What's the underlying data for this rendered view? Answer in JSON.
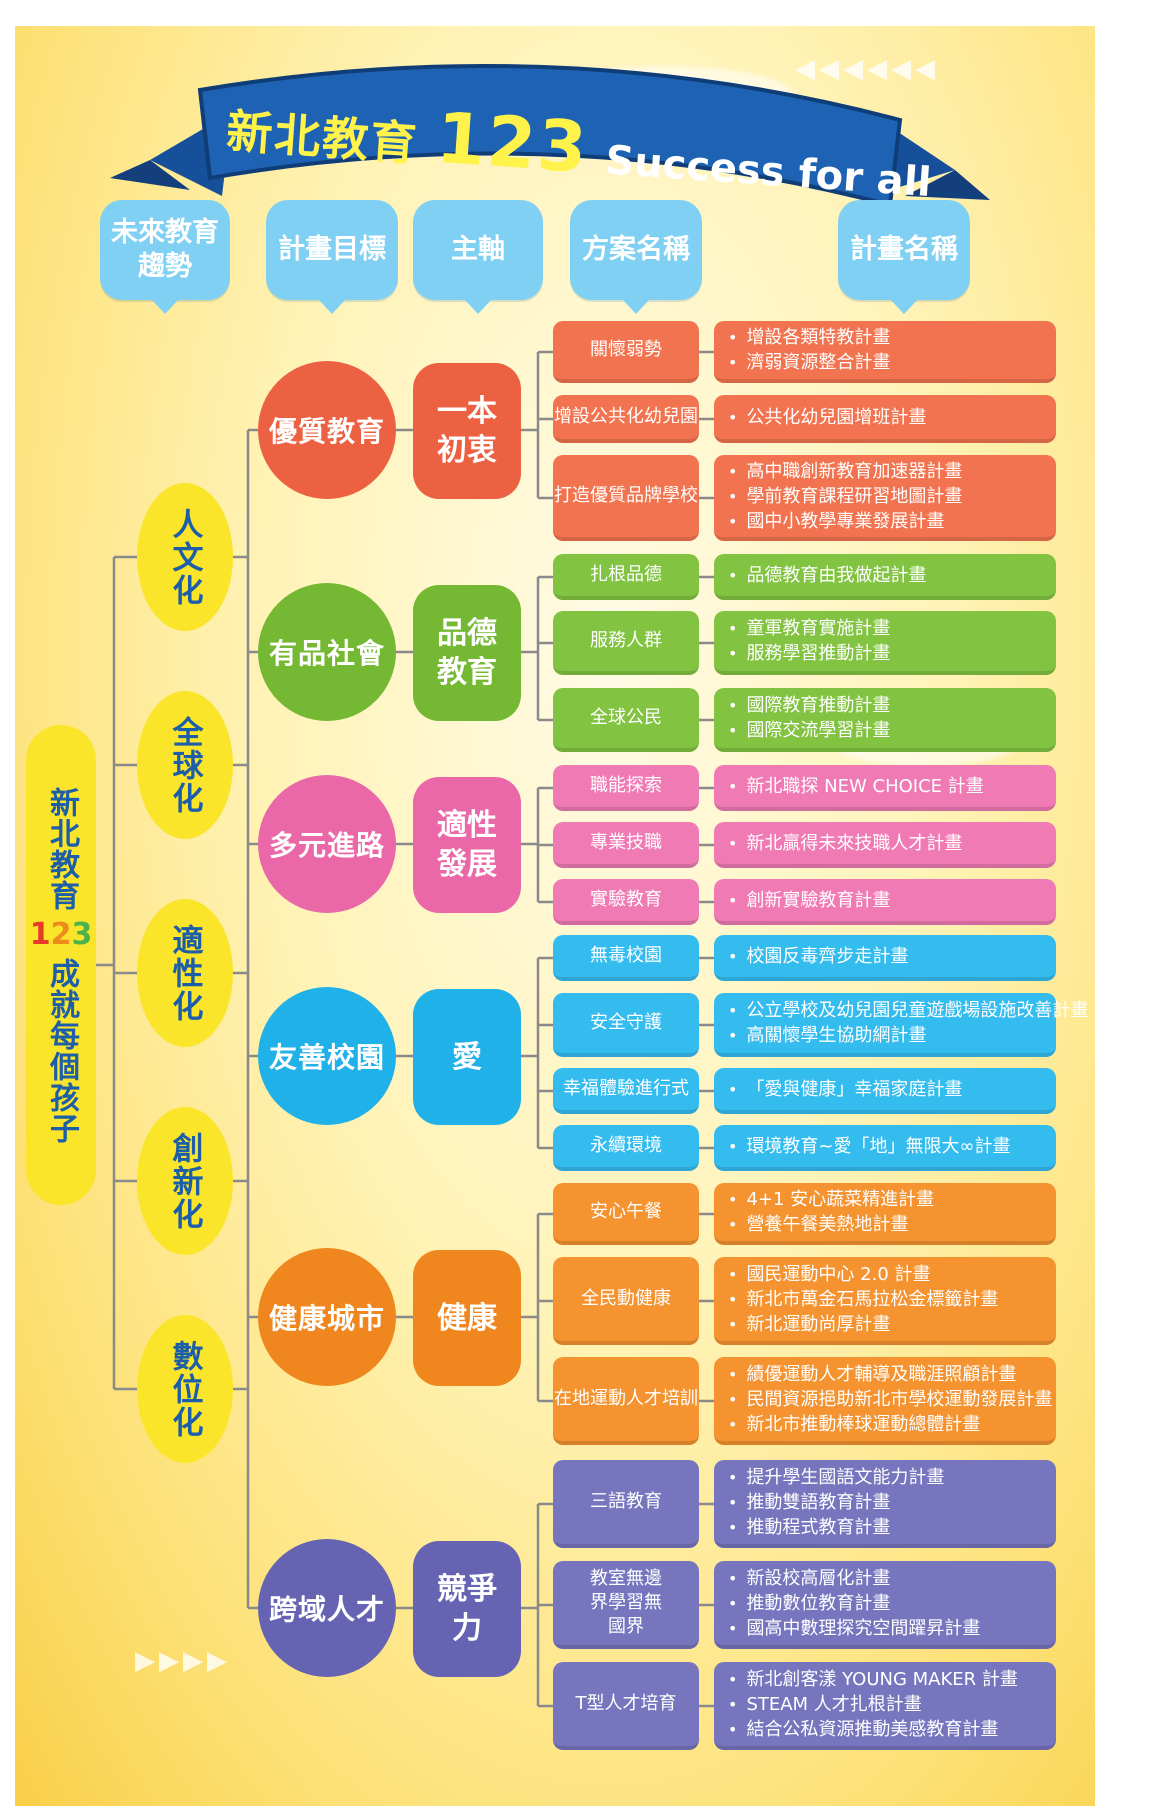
{
  "banner": {
    "title_cn": "新北教育",
    "title_num": "123",
    "title_en": "Success for all"
  },
  "headers": {
    "trend": "未來教育趨勢",
    "goal": "計畫目標",
    "axis": "主軸",
    "scheme": "方案名稱",
    "plan": "計畫名稱"
  },
  "root": {
    "top_text": "新北教育",
    "num": [
      "1",
      "2",
      "3"
    ],
    "num_colors": [
      "#e8392c",
      "#f08a1c",
      "#4bb34a"
    ],
    "bottom_text": "成就每個孩子"
  },
  "trends": [
    "人文化",
    "全球化",
    "適性化",
    "創新化",
    "數位化"
  ],
  "goals": [
    {
      "name": "優質教育",
      "axis": "一本初衷",
      "color": "red",
      "schemes": [
        {
          "name": "關懷弱勢",
          "plans": [
            "增設各類特教計畫",
            "濟弱資源整合計畫"
          ]
        },
        {
          "name": "增設公共化幼兒園",
          "plans": [
            "公共化幼兒園增班計畫"
          ]
        },
        {
          "name": "打造優質品牌學校",
          "plans": [
            "高中職創新教育加速器計畫",
            "學前教育課程研習地圖計畫",
            "國中小教學專業發展計畫"
          ]
        }
      ]
    },
    {
      "name": "有品社會",
      "axis": "品德教育",
      "color": "green",
      "schemes": [
        {
          "name": "扎根品德",
          "plans": [
            "品德教育由我做起計畫"
          ]
        },
        {
          "name": "服務人群",
          "plans": [
            "童軍教育實施計畫",
            "服務學習推動計畫"
          ]
        },
        {
          "name": "全球公民",
          "plans": [
            "國際教育推動計畫",
            "國際交流學習計畫"
          ]
        }
      ]
    },
    {
      "name": "多元進路",
      "axis": "適性發展",
      "color": "pink",
      "schemes": [
        {
          "name": "職能探索",
          "plans": [
            "新北職探 NEW CHOICE 計畫"
          ]
        },
        {
          "name": "專業技職",
          "plans": [
            "新北贏得未來技職人才計畫"
          ]
        },
        {
          "name": "實驗教育",
          "plans": [
            "創新實驗教育計畫"
          ]
        }
      ]
    },
    {
      "name": "友善校園",
      "axis": "愛",
      "color": "blue",
      "schemes": [
        {
          "name": "無毒校園",
          "plans": [
            "校園反毒齊步走計畫"
          ]
        },
        {
          "name": "安全守護",
          "plans": [
            "公立學校及幼兒園兒童遊戲場設施改善計畫",
            "高關懷學生協助網計畫"
          ]
        },
        {
          "name": "幸福體驗進行式",
          "plans": [
            "「愛與健康」幸福家庭計畫"
          ]
        },
        {
          "name": "永續環境",
          "plans": [
            "環境教育~愛「地」無限大∞計畫"
          ]
        }
      ]
    },
    {
      "name": "健康城市",
      "axis": "健康",
      "color": "orange",
      "schemes": [
        {
          "name": "安心午餐",
          "plans": [
            "4+1 安心蔬菜精進計畫",
            "營養午餐美熱地計畫"
          ]
        },
        {
          "name": "全民動健康",
          "plans": [
            "國民運動中心 2.0 計畫",
            "新北市萬金石馬拉松金標籤計畫",
            "新北運動尚厚計畫"
          ]
        },
        {
          "name": "在地運動人才培訓",
          "plans": [
            "績優運動人才輔導及職涯照顧計畫",
            "民間資源挹助新北市學校運動發展計畫",
            "新北市推動棒球運動總體計畫"
          ]
        }
      ]
    },
    {
      "name": "跨域人才",
      "axis": "競爭力",
      "color": "purple",
      "schemes": [
        {
          "name": "三語教育",
          "plans": [
            "提升學生國語文能力計畫",
            "推動雙語教育計畫",
            "推動程式教育計畫"
          ]
        },
        {
          "name": "教室無邊界學習無國界",
          "plans": [
            "新設校高層化計畫",
            "推動數位教育計畫",
            "國高中數理探究空間躍昇計畫"
          ]
        },
        {
          "name": "T型人才培育",
          "plans": [
            "新北創客漾 YOUNG MAKER 計畫",
            "STEAM 人才扎根計畫",
            "結合公私資源推動美感教育計畫"
          ]
        }
      ]
    }
  ]
}
